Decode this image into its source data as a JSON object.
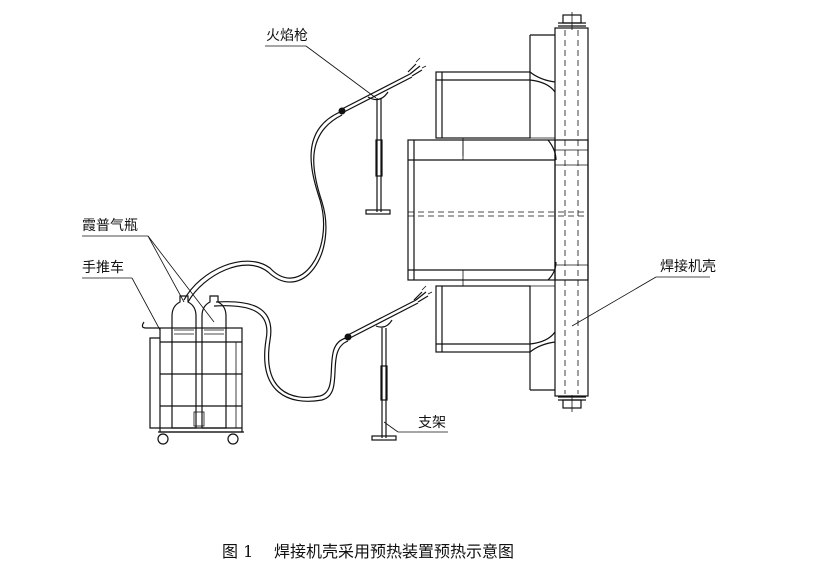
{
  "labels": {
    "torch": "火焰枪",
    "cylinder": "霞普气瓶",
    "cart": "手推车",
    "housing": "焊接机壳",
    "stand": "支架"
  },
  "caption": {
    "figure_number": "图 1",
    "title": "焊接机壳采用预热装置预热示意图"
  }
}
